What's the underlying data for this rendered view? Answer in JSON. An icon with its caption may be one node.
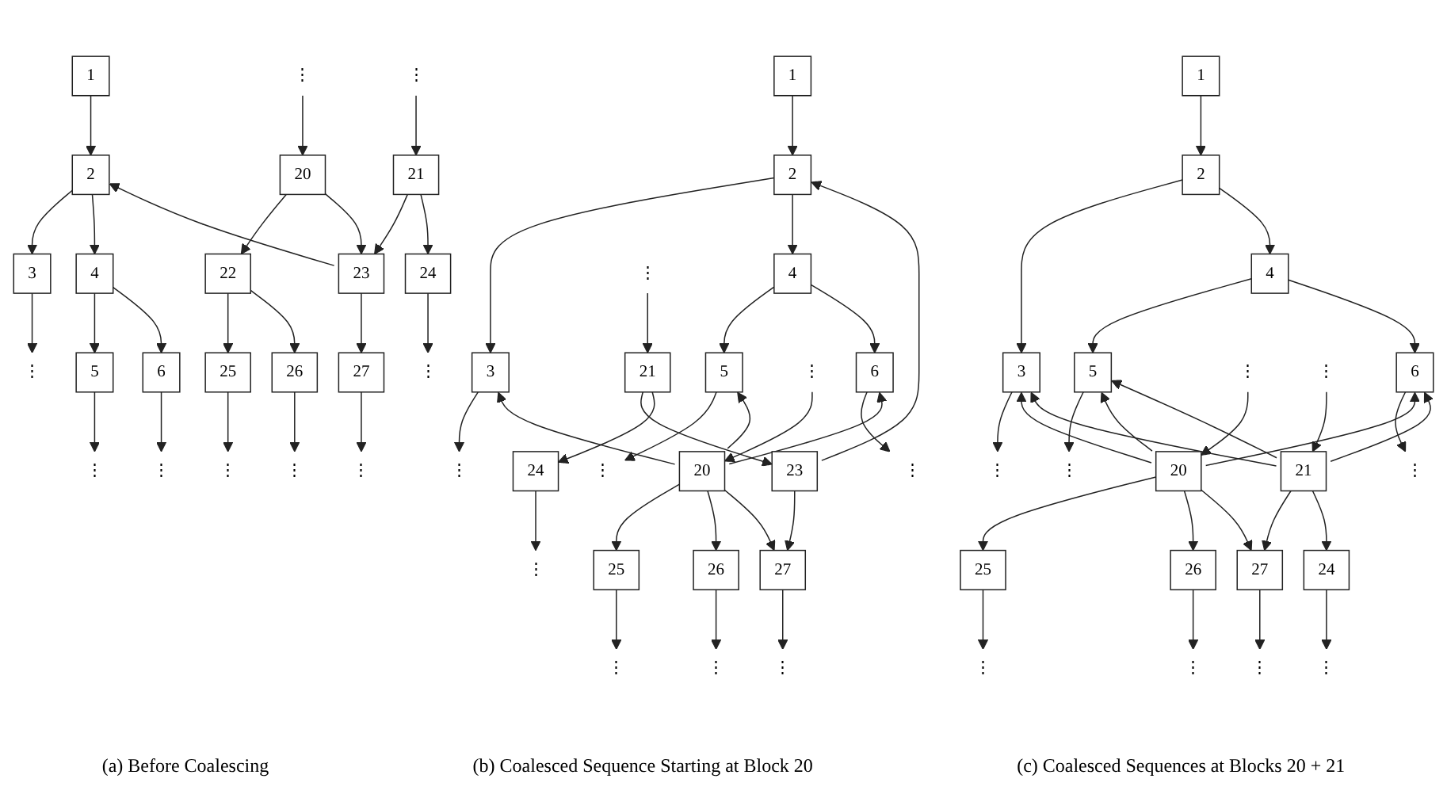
{
  "diagram": {
    "nodes": [
      {
        "text": [
          "1"
        ]
      },
      {
        "text": [
          "2"
        ]
      },
      {
        "text": [
          "3"
        ]
      },
      {
        "text": [
          "4"
        ]
      },
      {
        "text": [
          "5"
        ]
      },
      {
        "text": [
          "6"
        ]
      },
      {
        "text": [
          "⋮"
        ]
      },
      {
        "text": [
          "⋮"
        ]
      },
      {
        "text": [
          "⋮"
        ]
      },
      {
        "text": [
          "⋮"
        ]
      },
      {
        "text": [
          "⋮"
        ]
      },
      {
        "text": [
          "20"
        ]
      },
      {
        "text": [
          "21"
        ]
      },
      {
        "text": [
          "22"
        ]
      },
      {
        "text": [
          "23"
        ]
      },
      {
        "text": [
          "24"
        ]
      },
      {
        "text": [
          "25"
        ]
      },
      {
        "text": [
          "26"
        ]
      },
      {
        "text": [
          "27"
        ]
      },
      {
        "text": [
          "⋮"
        ]
      },
      {
        "text": [
          "⋮"
        ]
      },
      {
        "text": [
          "⋮"
        ]
      },
      {
        "text": [
          "⋮"
        ]
      },
      {
        "text": [
          "1"
        ]
      },
      {
        "text": [
          "2"
        ]
      },
      {
        "text": [
          "3"
        ]
      },
      {
        "text": [
          "4"
        ]
      },
      {
        "text": [
          "5"
        ]
      },
      {
        "text": [
          "6"
        ]
      },
      {
        "text": [
          "⋮"
        ]
      },
      {
        "text": [
          "⋮"
        ]
      },
      {
        "text": [
          "⋮"
        ]
      },
      {
        "text": [
          "⋮"
        ]
      },
      {
        "text": [
          "⋮"
        ]
      },
      {
        "text": [
          "20"
        ]
      },
      {
        "text": [
          "21"
        ]
      },
      {
        "text": [
          "23"
        ]
      },
      {
        "text": [
          "24"
        ]
      },
      {
        "text": [
          "25"
        ]
      },
      {
        "text": [
          "26"
        ]
      },
      {
        "text": [
          "27"
        ]
      },
      {
        "text": [
          "⋮"
        ]
      },
      {
        "text": [
          "⋮"
        ]
      },
      {
        "text": [
          "⋮"
        ]
      },
      {
        "text": [
          "⋮"
        ]
      },
      {
        "text": [
          "1"
        ]
      },
      {
        "text": [
          "2"
        ]
      },
      {
        "text": [
          "3"
        ]
      },
      {
        "text": [
          "4"
        ]
      },
      {
        "text": [
          "5"
        ]
      },
      {
        "text": [
          "6"
        ]
      },
      {
        "text": [
          "⋮"
        ]
      },
      {
        "text": [
          "⋮"
        ]
      },
      {
        "text": [
          "⋮"
        ]
      },
      {
        "text": [
          "⋮"
        ]
      },
      {
        "text": [
          "⋮"
        ]
      },
      {
        "text": [
          "20"
        ]
      },
      {
        "text": [
          "21"
        ]
      },
      {
        "text": [
          "24"
        ]
      },
      {
        "text": [
          "25"
        ]
      },
      {
        "text": [
          "26"
        ]
      },
      {
        "text": [
          "27"
        ]
      },
      {
        "text": [
          "⋮"
        ]
      },
      {
        "text": [
          "⋮"
        ]
      },
      {
        "text": [
          "⋮"
        ]
      },
      {
        "text": [
          "⋮"
        ]
      }
    ],
    "edges": [
      {
        "from": 0,
        "to": 1,
        "arrow": "to"
      },
      {
        "from": 1,
        "to": 2,
        "arrow": "to"
      },
      {
        "from": 1,
        "to": 3,
        "arrow": "to"
      },
      {
        "from": 3,
        "to": 4,
        "arrow": "to"
      },
      {
        "from": 3,
        "to": 5,
        "arrow": "to"
      },
      {
        "from": 2,
        "to": 6,
        "arrow": "to"
      },
      {
        "from": 4,
        "to": 7,
        "arrow": "to"
      },
      {
        "from": 5,
        "to": 8,
        "arrow": "to"
      },
      {
        "from": 9,
        "to": 11,
        "arrow": "to"
      },
      {
        "from": 10,
        "to": 12,
        "arrow": "to"
      },
      {
        "from": 11,
        "to": 13,
        "arrow": "to"
      },
      {
        "from": 11,
        "to": 14,
        "arrow": "to"
      },
      {
        "from": 12,
        "to": 14,
        "arrow": "to"
      },
      {
        "from": 12,
        "to": 15,
        "arrow": "to"
      },
      {
        "from": 14,
        "to": 1,
        "arrow": "to"
      },
      {
        "from": 13,
        "to": 16,
        "arrow": "to"
      },
      {
        "from": 13,
        "to": 17,
        "arrow": "to"
      },
      {
        "from": 14,
        "to": 18,
        "arrow": "to"
      },
      {
        "from": 15,
        "to": 19,
        "arrow": "to"
      },
      {
        "from": 16,
        "to": 20,
        "arrow": "to"
      },
      {
        "from": 17,
        "to": 21,
        "arrow": "to"
      },
      {
        "from": 18,
        "to": 22,
        "arrow": "to"
      },
      {
        "from": 23,
        "to": 24,
        "arrow": "to"
      },
      {
        "from": 24,
        "to": 25,
        "arrow": "to"
      },
      {
        "from": 24,
        "to": 26,
        "arrow": "to"
      },
      {
        "from": 26,
        "to": 27,
        "arrow": "to"
      },
      {
        "from": 26,
        "to": 28,
        "arrow": "to"
      },
      {
        "from": 25,
        "to": 29,
        "arrow": "to"
      },
      {
        "from": 27,
        "to": 30,
        "arrow": "to"
      },
      {
        "from": 28,
        "to": 31,
        "arrow": "to"
      },
      {
        "from": 32,
        "to": 34,
        "arrow": "to"
      },
      {
        "from": 33,
        "to": 35,
        "arrow": "to"
      },
      {
        "from": 34,
        "to": 25,
        "arrow": "to"
      },
      {
        "from": 34,
        "to": 27,
        "arrow": "to"
      },
      {
        "from": 34,
        "to": 28,
        "arrow": "to"
      },
      {
        "from": 34,
        "to": 38,
        "arrow": "to"
      },
      {
        "from": 34,
        "to": 39,
        "arrow": "to"
      },
      {
        "from": 34,
        "to": 40,
        "arrow": "to"
      },
      {
        "from": 35,
        "to": 36,
        "arrow": "to"
      },
      {
        "from": 35,
        "to": 37,
        "arrow": "to"
      },
      {
        "from": 36,
        "to": 40,
        "arrow": "to"
      },
      {
        "from": 36,
        "to": 24,
        "arrow": "to"
      },
      {
        "from": 37,
        "to": 41,
        "arrow": "to"
      },
      {
        "from": 38,
        "to": 42,
        "arrow": "to"
      },
      {
        "from": 39,
        "to": 43,
        "arrow": "to"
      },
      {
        "from": 40,
        "to": 44,
        "arrow": "to"
      },
      {
        "from": 45,
        "to": 46,
        "arrow": "to"
      },
      {
        "from": 46,
        "to": 47,
        "arrow": "to"
      },
      {
        "from": 46,
        "to": 48,
        "arrow": "to"
      },
      {
        "from": 48,
        "to": 49,
        "arrow": "to"
      },
      {
        "from": 48,
        "to": 50,
        "arrow": "to"
      },
      {
        "from": 47,
        "to": 51,
        "arrow": "to"
      },
      {
        "from": 49,
        "to": 52,
        "arrow": "to"
      },
      {
        "from": 50,
        "to": 53,
        "arrow": "to"
      },
      {
        "from": 54,
        "to": 56,
        "arrow": "to"
      },
      {
        "from": 55,
        "to": 57,
        "arrow": "to"
      },
      {
        "from": 56,
        "to": 47,
        "arrow": "to"
      },
      {
        "from": 56,
        "to": 49,
        "arrow": "to"
      },
      {
        "from": 56,
        "to": 50,
        "arrow": "to"
      },
      {
        "from": 56,
        "to": 59,
        "arrow": "to"
      },
      {
        "from": 56,
        "to": 60,
        "arrow": "to"
      },
      {
        "from": 56,
        "to": 61,
        "arrow": "to"
      },
      {
        "from": 57,
        "to": 47,
        "arrow": "to"
      },
      {
        "from": 57,
        "to": 49,
        "arrow": "to"
      },
      {
        "from": 57,
        "to": 50,
        "arrow": "to"
      },
      {
        "from": 57,
        "to": 61,
        "arrow": "to"
      },
      {
        "from": 57,
        "to": 58,
        "arrow": "to"
      },
      {
        "from": 58,
        "to": 62,
        "arrow": "to"
      },
      {
        "from": 59,
        "to": 63,
        "arrow": "to"
      },
      {
        "from": 60,
        "to": 64,
        "arrow": "to"
      },
      {
        "from": 61,
        "to": 65,
        "arrow": "to"
      }
    ],
    "labels": [
      "(a) Before Coalescing",
      "(b) Coalesced Sequence Starting at Block 20",
      "(c) Coalesced Sequences at Blocks 20 + 21"
    ]
  }
}
